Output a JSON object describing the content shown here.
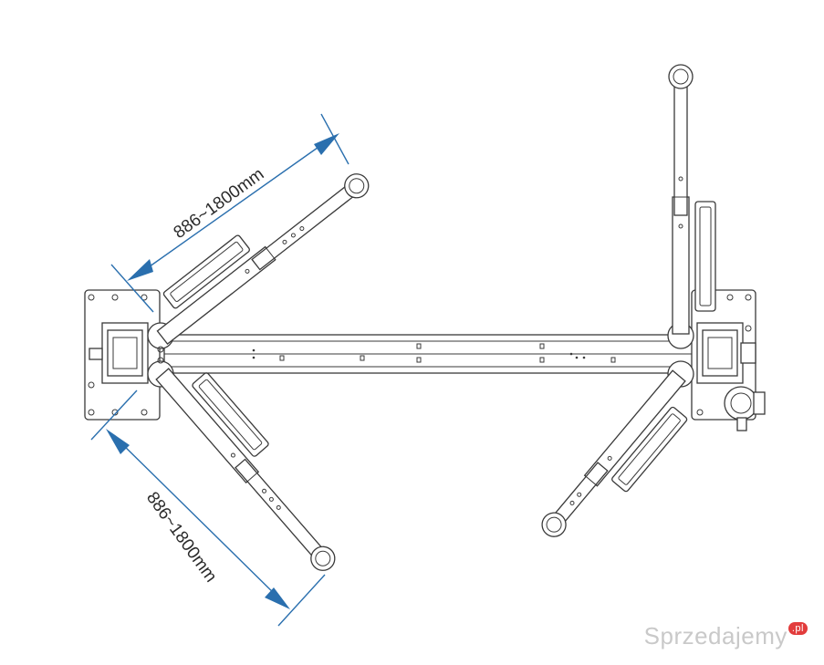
{
  "dimensions": {
    "upper_arm_range": "886~1800mm",
    "lower_arm_range": "886~1800mm"
  },
  "watermark": {
    "text": "Sprzedajemy",
    "suffix": ".pl"
  },
  "colors": {
    "dimension_line": "#2a6fae",
    "outline": "#3a3a3a",
    "background": "#ffffff",
    "watermark": "#c9c9c9",
    "watermark_badge": "#e23c3c"
  }
}
